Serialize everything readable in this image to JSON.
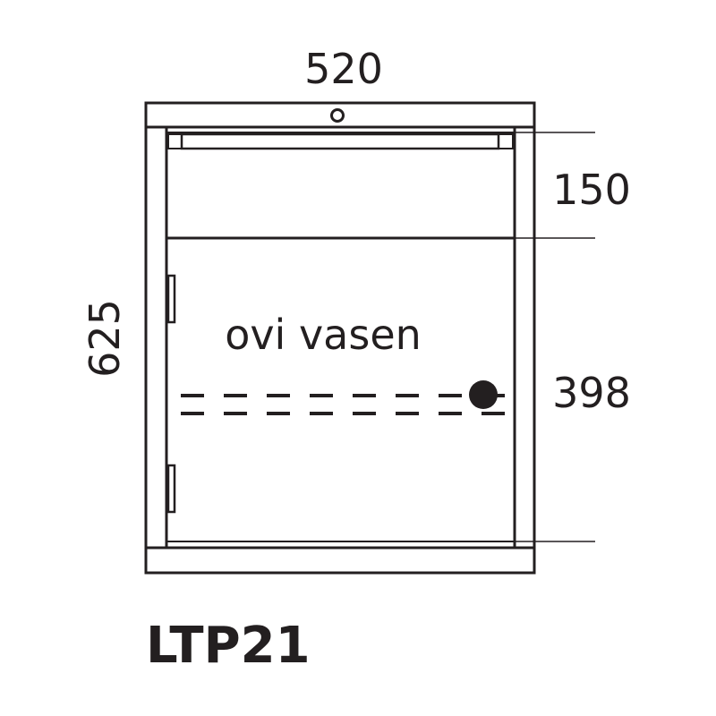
{
  "dimensions": {
    "width": "520",
    "height": "625",
    "drawer_height": "150",
    "door_height": "398"
  },
  "door_label": "ovi vasen",
  "model_code": "LTP21",
  "colors": {
    "line": "#231f20",
    "background": "#ffffff"
  }
}
